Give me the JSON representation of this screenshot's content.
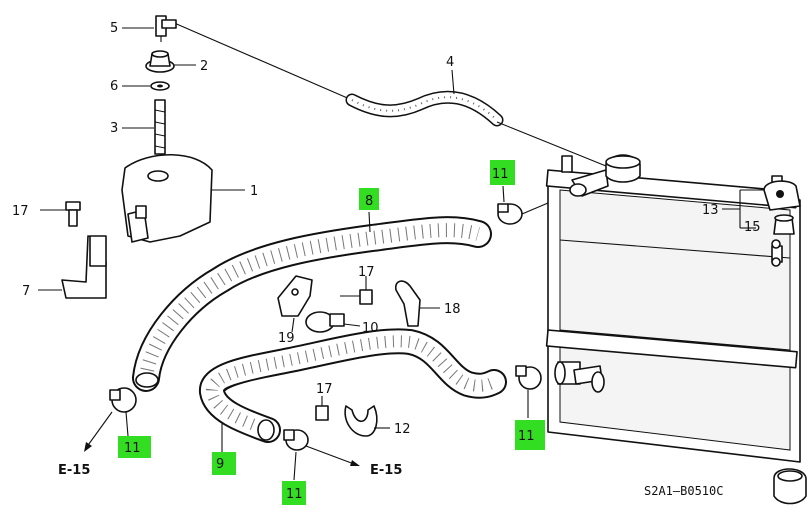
{
  "diagram_code": "S2A1–B0510C",
  "colors": {
    "highlight": "#33dd22",
    "ink": "#111111",
    "paper": "#ffffff"
  },
  "callouts": {
    "c1": "1",
    "c2": "2",
    "c3": "3",
    "c4": "4",
    "c5": "5",
    "c6": "6",
    "c7": "7",
    "c8": "8",
    "c9": "9",
    "c10": "10",
    "c11a": "11",
    "c11b": "11",
    "c11c": "11",
    "c11d": "11",
    "c12": "12",
    "c13": "13",
    "c15": "15",
    "c17a": "17",
    "c17b": "17",
    "c17c": "17",
    "c18": "18",
    "c19": "19"
  },
  "references": {
    "left": "E-15",
    "center": "E-15"
  }
}
